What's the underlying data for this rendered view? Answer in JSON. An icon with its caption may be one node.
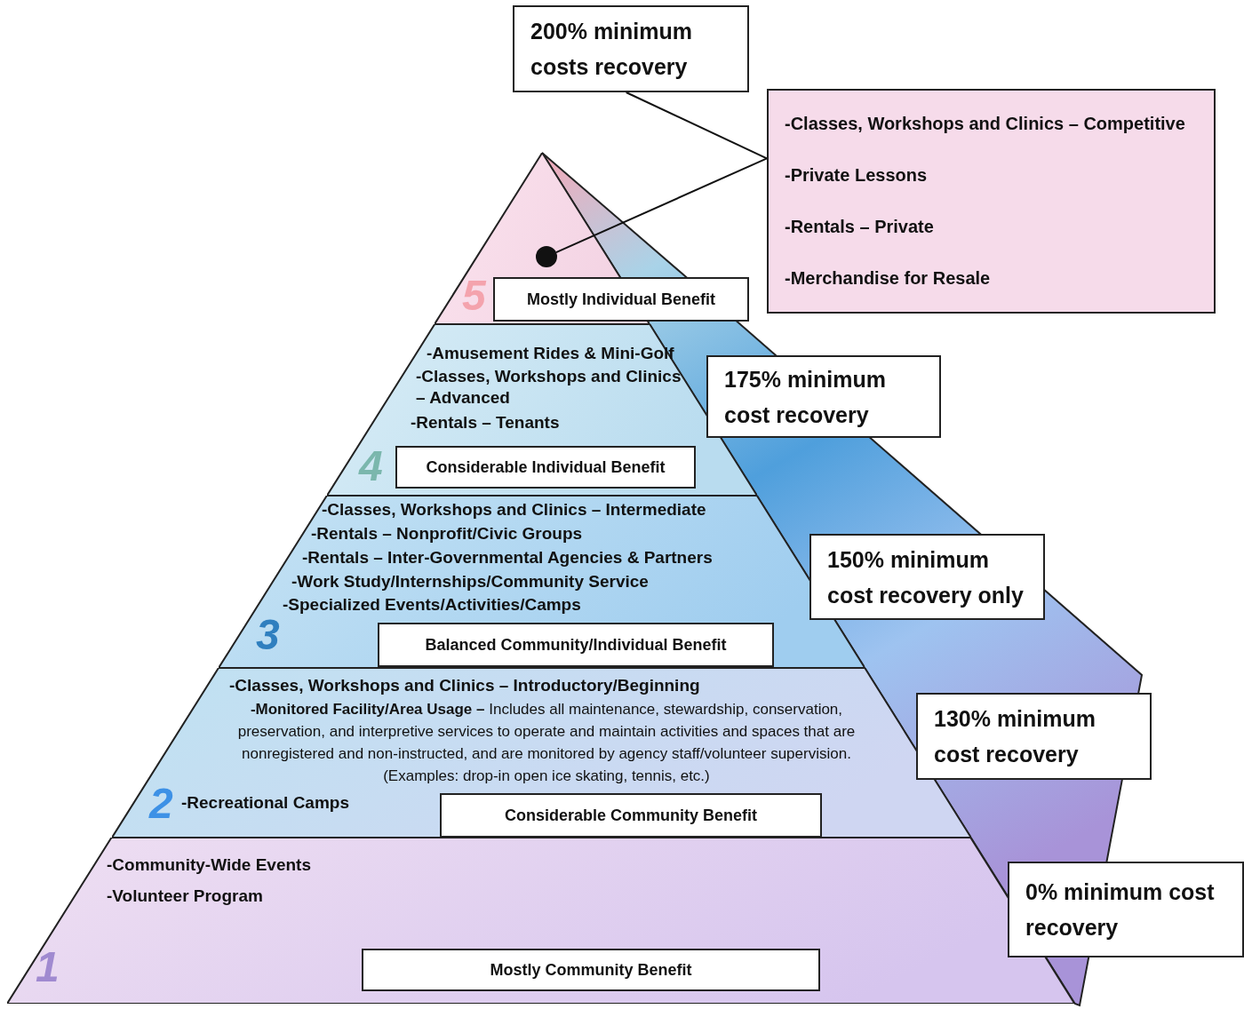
{
  "diagram": {
    "nodes": [
      {
        "text": [
          "5"
        ]
      },
      {
        "text": [
          "Mostly Individual Benefit"
        ]
      },
      {
        "text": [],
        "shape": "circle",
        "in": 0
      },
      {
        "text": [
          "-Amusement Rides & Mini-Golf",
          "-Classes, Workshops and Clinics – Advanced",
          "-Rentals – Tenants",
          "4"
        ]
      },
      {
        "text": [
          "Considerable Individual Benefit"
        ],
        "in": 3
      },
      {
        "text": [
          "-Classes, Workshops and Clinics – Intermediate",
          "-Rentals – Nonprofit/Civic Groups",
          "-Rentals – Inter-Governmental Agencies & Partners",
          "-Work Study/Internships/Community Service",
          "-Specialized Events/Activities/Camps",
          "3"
        ]
      },
      {
        "text": [
          "Balanced Community/Individual Benefit"
        ],
        "in": 5
      },
      {
        "text": [
          "-Classes, Workshops and Clinics – Introductory/Beginning",
          "**-Monitored Facility/Area Usage –** Includes all maintenance, stewardship, conservation, preservation, and interpretive services to operate and maintain activities and spaces that are nonregistered and non-instructed, and are monitored by agency staff/volunteer supervision. (Examples: drop-in open ice skating, tennis, etc.)",
          "2",
          "-Recreational Camps"
        ]
      },
      {
        "text": [
          "Considerable Community Benefit"
        ],
        "in": 7
      },
      {
        "text": [
          "-Community-Wide Events",
          "-Volunteer Program",
          "1"
        ]
      },
      {
        "text": [
          "Mostly Community Benefit"
        ],
        "in": 9
      },
      {
        "text": [
          "200% minimum costs recovery"
        ]
      },
      {
        "text": [
          "-Classes, Workshops and Clinics – Competitive",
          "-Private Lessons",
          "-Rentals – Private",
          "-Merchandise for Resale"
        ]
      },
      {
        "text": [
          "175% minimum cost recovery"
        ]
      },
      {
        "text": [
          "150% minimum cost recovery only"
        ]
      },
      {
        "text": [
          "130% minimum cost recovery"
        ]
      },
      {
        "text": [
          "0% minimum cost recovery"
        ]
      }
    ],
    "edges": [
      {
        "from": 11,
        "to": 12,
        "arrow": "none"
      },
      {
        "from": 12,
        "to": 2,
        "arrow": "none"
      }
    ]
  }
}
